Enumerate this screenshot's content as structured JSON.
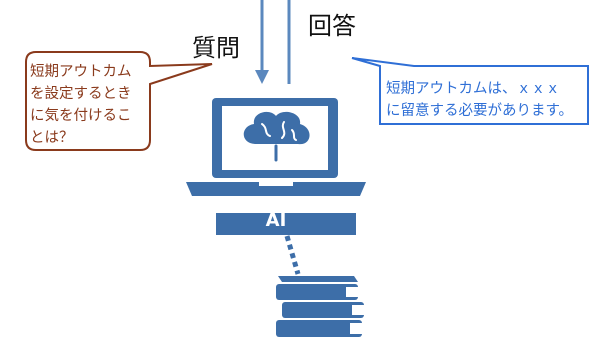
{
  "labels": {
    "question": "質問",
    "answer": "回答"
  },
  "question_bubble": {
    "lines": [
      "短期アウトカム",
      "を設定するとき",
      "に気を付けるこ",
      "とは？"
    ]
  },
  "answer_box": {
    "lines": [
      "短期アウトカムは、ｘｘｘ",
      "に留意する必要があります。"
    ]
  },
  "ai_bar": {
    "label": "AI"
  },
  "icons": {
    "computer": "laptop-icon",
    "brain": "brain-icon",
    "knowledge": "books-icon"
  },
  "colors": {
    "primary": "#3d6ea8",
    "question_border": "#8a3a1c",
    "answer_border": "#2f6fd6"
  }
}
